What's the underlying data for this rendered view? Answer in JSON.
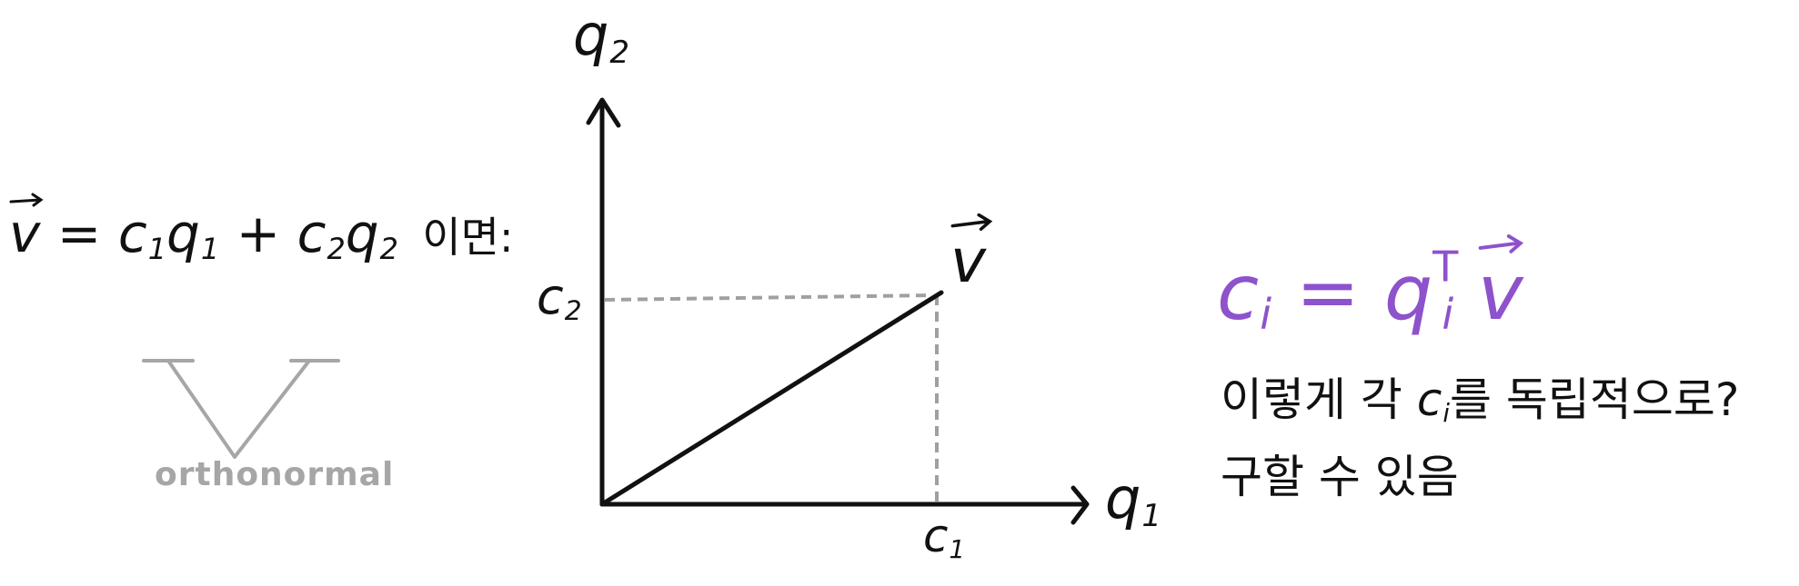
{
  "equation_left": {
    "vec": "v",
    "eq": "=",
    "c1": "c",
    "c1_sub": "1",
    "q1": "q",
    "q1_sub": "1",
    "plus": "+",
    "c2": "c",
    "c2_sub": "2",
    "q2": "q",
    "q2_sub": "2",
    "suffix": "이면:"
  },
  "orthonormal_label": "orthonormal",
  "diagram": {
    "y_axis_label": "q",
    "y_axis_sub": "2",
    "x_axis_label": "q",
    "x_axis_sub": "1",
    "c2_label": "c",
    "c2_sub": "2",
    "c1_label": "c",
    "c1_sub": "1",
    "vector_label": "v"
  },
  "formula_right": {
    "c": "c",
    "i_sub": "i",
    "eq": "=",
    "q": "q",
    "i_sub2": "i",
    "T_sup": "T",
    "vec": "v"
  },
  "note_line1_a": "이렇게 각",
  "note_c": "c",
  "note_i": "i",
  "note_line1_b": "를 독립적으로?",
  "note_line2": "구할 수 있음",
  "colors": {
    "ink": "#111111",
    "purple": "#8e52cc",
    "gray": "#a6a6a6"
  }
}
